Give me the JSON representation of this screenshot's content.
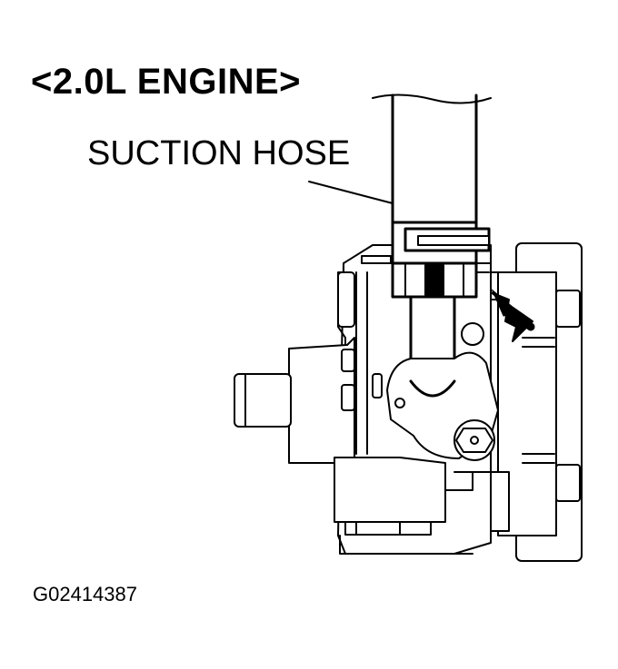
{
  "diagram": {
    "title": "<2.0L ENGINE>",
    "callouts": [
      {
        "label": "SUCTION HOSE"
      }
    ],
    "figure_id": "G02414387"
  }
}
